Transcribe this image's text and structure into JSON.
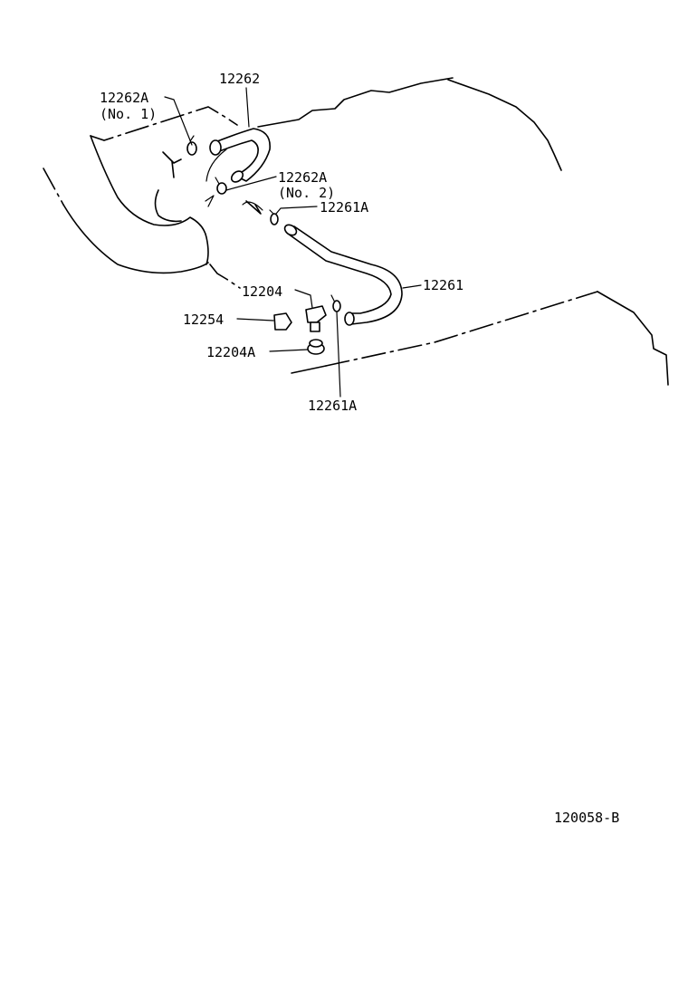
{
  "labels": {
    "p12262": "12262",
    "p12262a_1": "12262A",
    "no1": "(No. 1)",
    "p12262a_2": "12262A",
    "no2": "(No. 2)",
    "p12261a_top": "12261A",
    "p12261": "12261",
    "p12204": "12204",
    "p12254": "12254",
    "p12204a": "12204A",
    "p12261a_bottom": "12261A",
    "ref_code": "120058-B"
  },
  "colors": {
    "ink": "#000000",
    "paper": "#ffffff"
  }
}
